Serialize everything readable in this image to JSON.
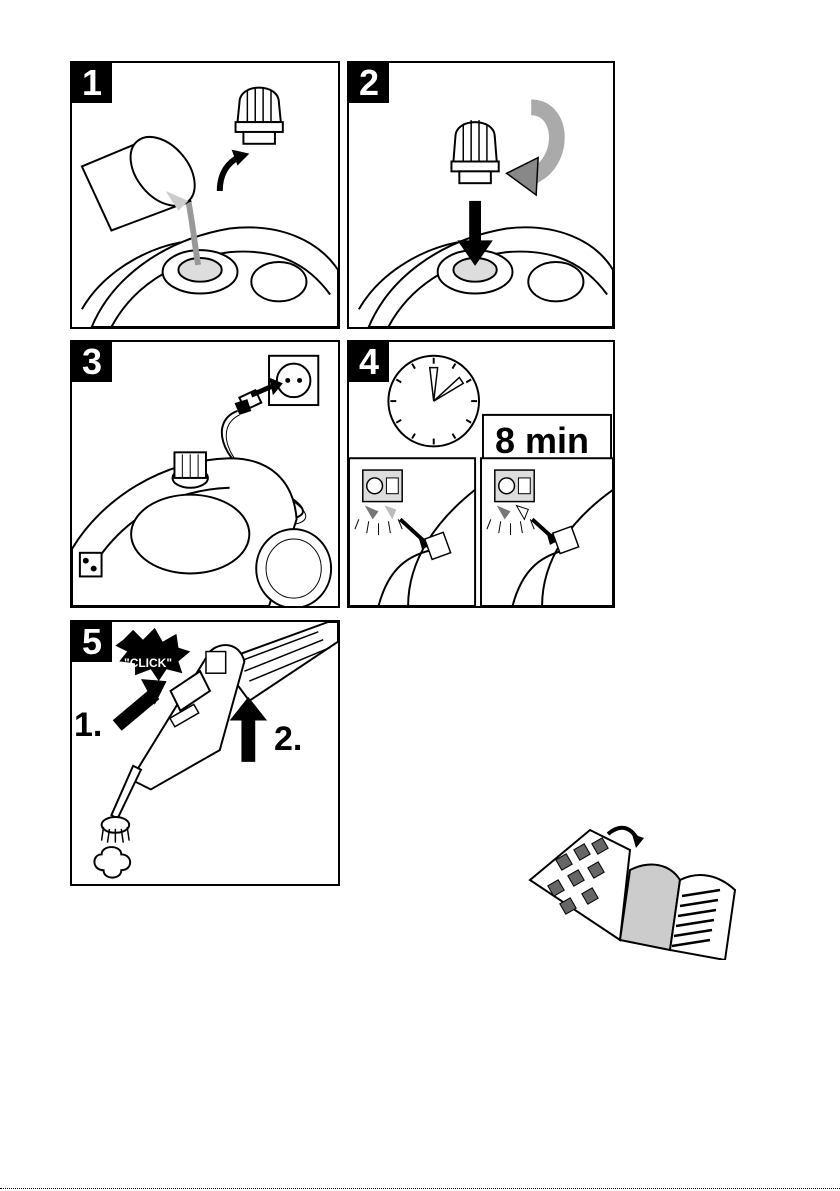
{
  "steps": [
    {
      "number": "1"
    },
    {
      "number": "2"
    },
    {
      "number": "3"
    },
    {
      "number": "4",
      "time_label": "8 min"
    },
    {
      "number": "5",
      "click_label": "\"CLICK\"",
      "arrow1_label": "1.",
      "arrow2_label": "2."
    }
  ],
  "icons": {
    "cap": "filler-cap-icon",
    "jug": "water-jug-icon",
    "clock": "clock-icon",
    "plug": "mains-plug-icon",
    "manual": "operating-manual-icon"
  },
  "colors": {
    "ink": "#000000",
    "grey": "#b8b8b8",
    "light_grey": "#dcdcdc"
  }
}
